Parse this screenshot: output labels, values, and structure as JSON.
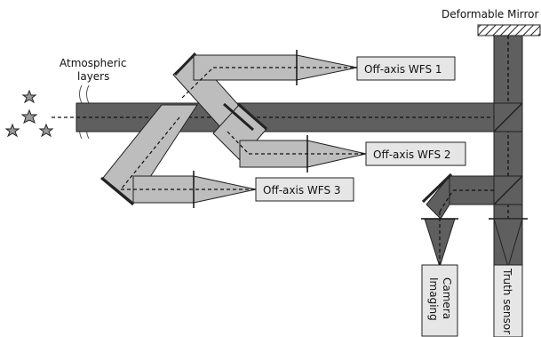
{
  "labels": {
    "deformable_mirror": "Deformable Mirror",
    "atmospheric_line1": "Atmospheric",
    "atmospheric_line2": "layers",
    "wfs1": "Off-axis WFS 1",
    "wfs2": "Off-axis WFS 2",
    "wfs3": "Off-axis WFS 3",
    "imaging_line1": "Imaging",
    "imaging_line2": "Camera",
    "truth_sensor": "Truth sensor"
  },
  "colors": {
    "dark_beam": "#5f5f5f",
    "light_beam": "#bdbdbd",
    "box_fill": "#e6e6e6",
    "outline": "#222222"
  }
}
